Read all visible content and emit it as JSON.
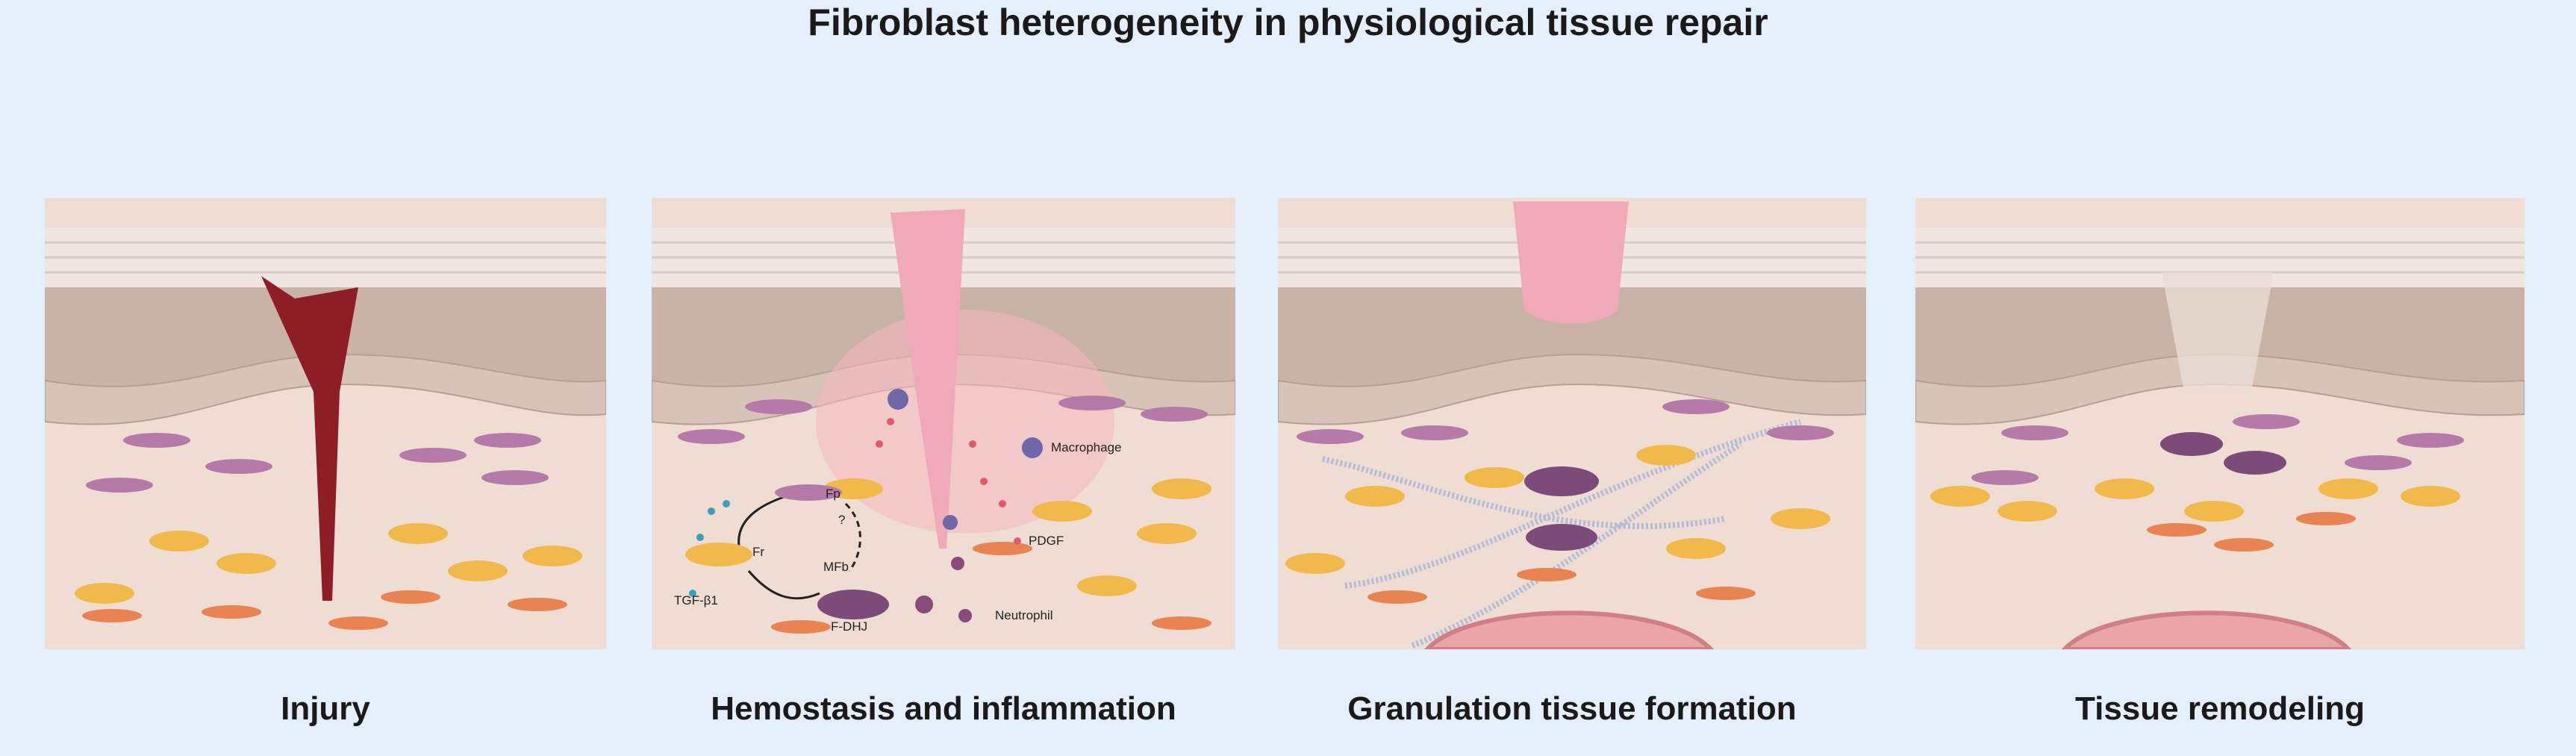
{
  "title": "Fibroblast heterogeneity in physiological tissue repair",
  "panels": [
    {
      "label": "Injury"
    },
    {
      "label": "Hemostasis and inflammation"
    },
    {
      "label": "Granulation tissue formation"
    },
    {
      "label": "Tissue remodeling"
    }
  ],
  "annotations": {
    "fp": "Fp",
    "fr": "Fr",
    "mfb": "MFb",
    "question": "?",
    "tgf": "TGF-β1",
    "fdhj": "F-DHJ",
    "macrophage": "Macrophage",
    "pdgf": "PDGF",
    "neutrophil": "Neutrophil"
  },
  "colors": {
    "background": "#e4effb",
    "dermis": "#efdcd3",
    "epidermis": "#c9b2a6",
    "stratum_corneum": "#efe6e1",
    "blood_clot": "#8e1d25",
    "wound_pink": "#f0a9b8",
    "fibroblast_purple": "#b67aa8",
    "fibroblast_orange": "#f0b94a",
    "fibroblast_red": "#e98352",
    "myofibroblast": "#7d4b7a",
    "vessel": "#e9a5a8"
  }
}
